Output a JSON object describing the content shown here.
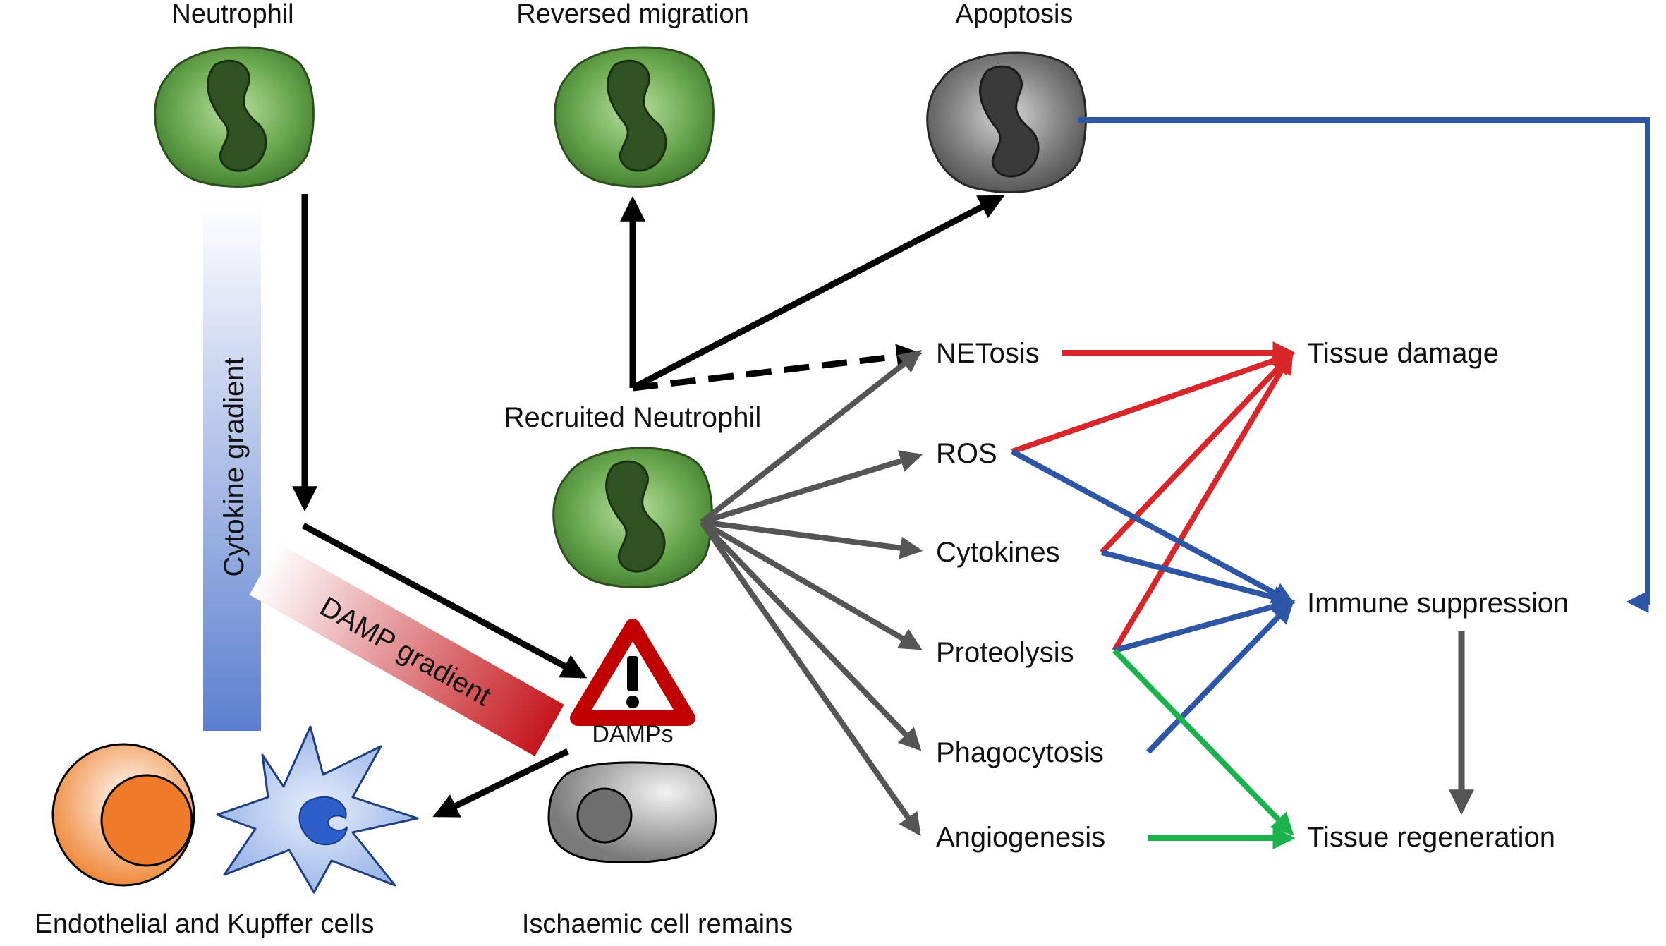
{
  "labels": {
    "neutrophil": "Neutrophil",
    "reversed_migration": "Reversed migration",
    "apoptosis": "Apoptosis",
    "recruited_neutrophil": "Recruited Neutrophil",
    "cytokine_gradient": "Cytokine gradient",
    "damp_gradient": "DAMP gradient",
    "damps": "DAMPs",
    "endothelial_kupffer": "Endothelial and Kupffer cells",
    "ischaemic_remains": "Ischaemic cell remains"
  },
  "effects": {
    "netosis": "NETosis",
    "ros": "ROS",
    "cytokines": "Cytokines",
    "proteolysis": "Proteolysis",
    "phagocytosis": "Phagocytosis",
    "angiogenesis": "Angiogenesis"
  },
  "outcomes": {
    "tissue_damage": "Tissue damage",
    "immune_suppression": "Immune suppression",
    "tissue_regeneration": "Tissue regeneration"
  },
  "colors": {
    "neutrophil_green": "#6aa84f",
    "apoptotic_grey": "#7f7f7f",
    "damage_red": "#d9262b",
    "suppression_blue": "#2e56a6",
    "regeneration_green": "#19b24b",
    "arrow_grey": "#555555",
    "arrow_black": "#000000"
  }
}
